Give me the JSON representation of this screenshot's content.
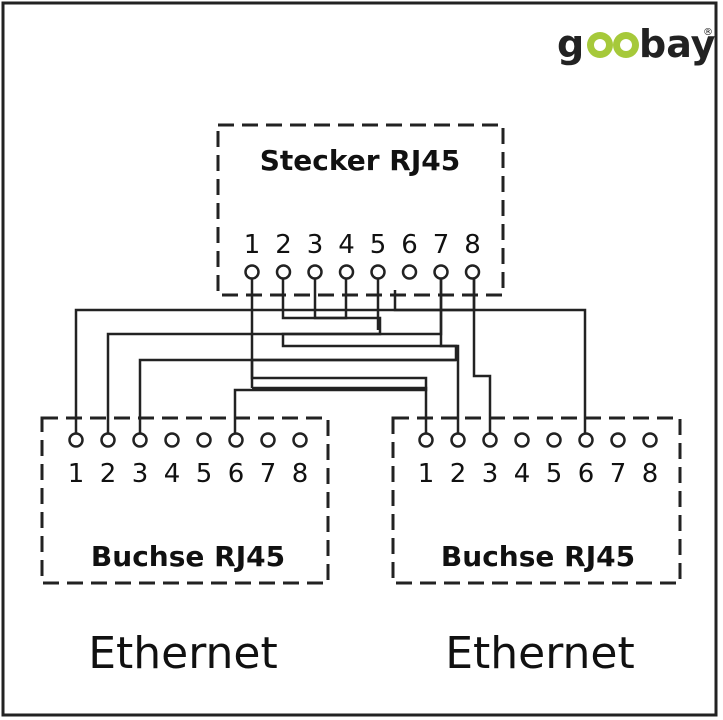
{
  "brand": {
    "prefix": "g",
    "suffix": "bay",
    "registered": "®",
    "accent_color": "#a6c93a"
  },
  "plug": {
    "title": "Stecker RJ45",
    "pins": [
      "1",
      "2",
      "3",
      "4",
      "5",
      "6",
      "7",
      "8"
    ]
  },
  "jacks": [
    {
      "title": "Buchse RJ45",
      "pins": [
        "1",
        "2",
        "3",
        "4",
        "5",
        "6",
        "7",
        "8"
      ],
      "label": "Ethernet"
    },
    {
      "title": "Buchse RJ45",
      "pins": [
        "1",
        "2",
        "3",
        "4",
        "5",
        "6",
        "7",
        "8"
      ],
      "label": "Ethernet"
    }
  ]
}
